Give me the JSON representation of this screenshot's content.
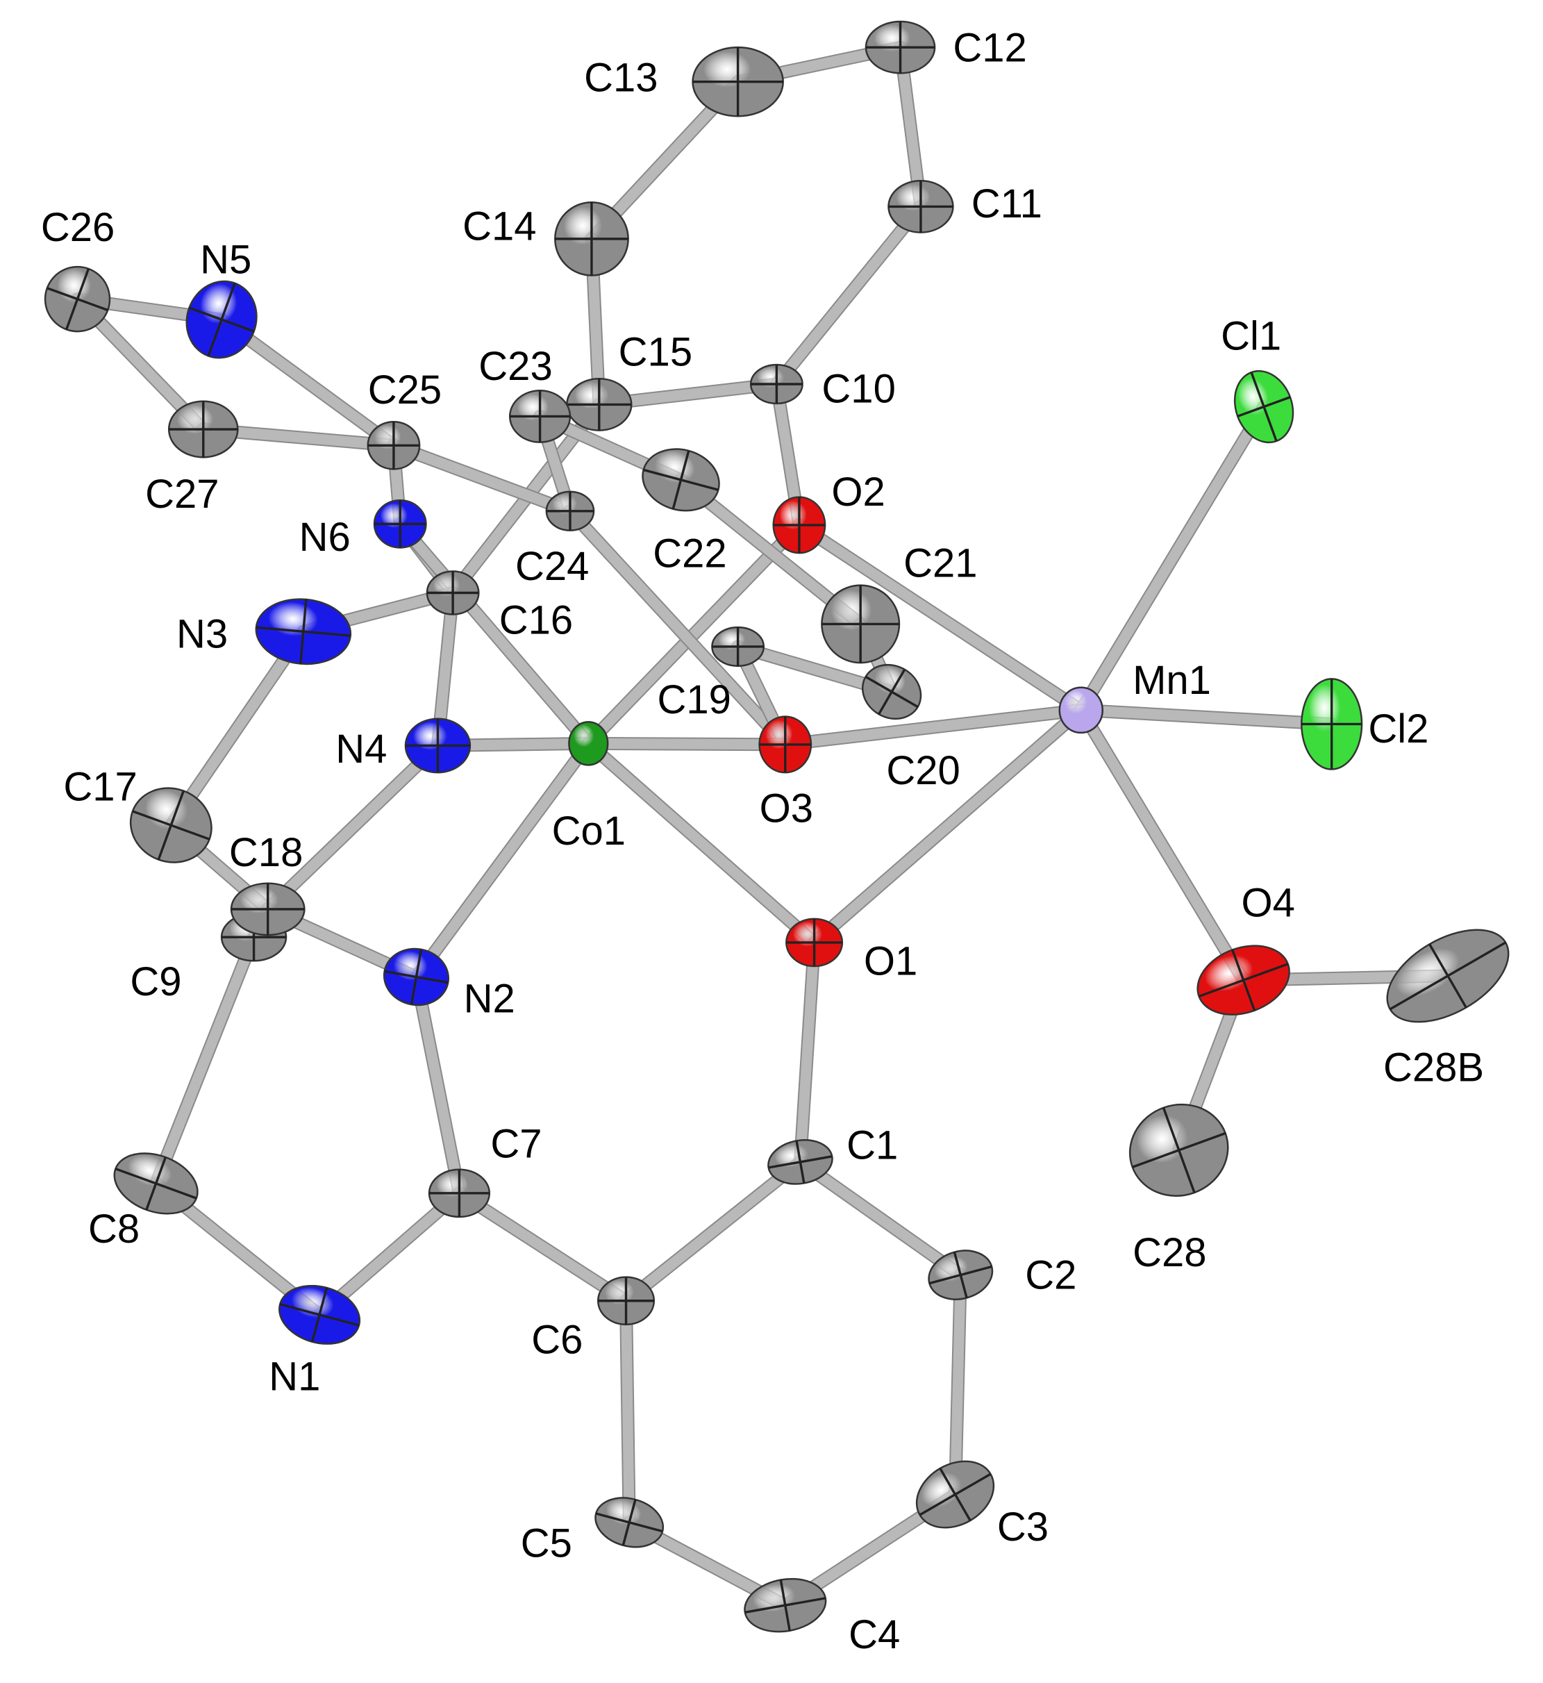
{
  "colors": {
    "C": "#8c8c8c",
    "N": "#1a1ae8",
    "O": "#e01010",
    "Cl": "#3ddc3d",
    "Co": "#1e9a1e",
    "Mn": "#b9a6ec",
    "bond": "#b9b9b9"
  },
  "atoms": [
    {
      "id": "Co1",
      "el": "Co"
    },
    {
      "id": "Mn1",
      "el": "Mn"
    },
    {
      "id": "Cl1",
      "el": "Cl"
    },
    {
      "id": "Cl2",
      "el": "Cl"
    },
    {
      "id": "O1",
      "el": "O"
    },
    {
      "id": "O2",
      "el": "O"
    },
    {
      "id": "O3",
      "el": "O"
    },
    {
      "id": "O4",
      "el": "O"
    },
    {
      "id": "N1",
      "el": "N"
    },
    {
      "id": "N2",
      "el": "N"
    },
    {
      "id": "N3",
      "el": "N"
    },
    {
      "id": "N4",
      "el": "N"
    },
    {
      "id": "N5",
      "el": "N"
    },
    {
      "id": "N6",
      "el": "N"
    },
    {
      "id": "C1",
      "el": "C"
    },
    {
      "id": "C2",
      "el": "C"
    },
    {
      "id": "C3",
      "el": "C"
    },
    {
      "id": "C4",
      "el": "C"
    },
    {
      "id": "C5",
      "el": "C"
    },
    {
      "id": "C6",
      "el": "C"
    },
    {
      "id": "C7",
      "el": "C"
    },
    {
      "id": "C8",
      "el": "C"
    },
    {
      "id": "C9",
      "el": "C"
    },
    {
      "id": "C10",
      "el": "C"
    },
    {
      "id": "C11",
      "el": "C"
    },
    {
      "id": "C12",
      "el": "C"
    },
    {
      "id": "C13",
      "el": "C"
    },
    {
      "id": "C14",
      "el": "C"
    },
    {
      "id": "C15",
      "el": "C"
    },
    {
      "id": "C16",
      "el": "C"
    },
    {
      "id": "C17",
      "el": "C"
    },
    {
      "id": "C18",
      "el": "C"
    },
    {
      "id": "C19",
      "el": "C"
    },
    {
      "id": "C20",
      "el": "C"
    },
    {
      "id": "C21",
      "el": "C"
    },
    {
      "id": "C22",
      "el": "C"
    },
    {
      "id": "C23",
      "el": "C"
    },
    {
      "id": "C24",
      "el": "C"
    },
    {
      "id": "C25",
      "el": "C"
    },
    {
      "id": "C26",
      "el": "C"
    },
    {
      "id": "C27",
      "el": "C"
    },
    {
      "id": "C28",
      "el": "C"
    },
    {
      "id": "C28B",
      "el": "C"
    }
  ],
  "bonds": [
    [
      "C12",
      "C13"
    ],
    [
      "C12",
      "C11"
    ],
    [
      "C13",
      "C14"
    ],
    [
      "C14",
      "C15"
    ],
    [
      "C11",
      "C10"
    ],
    [
      "C15",
      "C10"
    ],
    [
      "C15",
      "C16"
    ],
    [
      "C10",
      "O2"
    ],
    [
      "O2",
      "Co1"
    ],
    [
      "O2",
      "Mn1"
    ],
    [
      "Mn1",
      "Cl1"
    ],
    [
      "Mn1",
      "Cl2"
    ],
    [
      "Mn1",
      "O3"
    ],
    [
      "Mn1",
      "O1"
    ],
    [
      "Mn1",
      "O4"
    ],
    [
      "O4",
      "C28"
    ],
    [
      "O4",
      "C28B"
    ],
    [
      "C26",
      "N5"
    ],
    [
      "C26",
      "C27"
    ],
    [
      "N5",
      "C25"
    ],
    [
      "C27",
      "C25"
    ],
    [
      "C25",
      "N6"
    ],
    [
      "C25",
      "C24"
    ],
    [
      "C24",
      "C23"
    ],
    [
      "C24",
      "O3"
    ],
    [
      "C23",
      "C22"
    ],
    [
      "C22",
      "C21"
    ],
    [
      "C21",
      "C20"
    ],
    [
      "C20",
      "C19"
    ],
    [
      "C19",
      "O3"
    ],
    [
      "N6",
      "C16"
    ],
    [
      "N6",
      "Co1"
    ],
    [
      "C16",
      "N3"
    ],
    [
      "C16",
      "N4"
    ],
    [
      "N3",
      "C17"
    ],
    [
      "C17",
      "C18"
    ],
    [
      "N4",
      "C18"
    ],
    [
      "N4",
      "Co1"
    ],
    [
      "Co1",
      "O3"
    ],
    [
      "Co1",
      "N2"
    ],
    [
      "Co1",
      "O1"
    ],
    [
      "C18",
      "N2"
    ],
    [
      "C9",
      "C8"
    ],
    [
      "C8",
      "N1"
    ],
    [
      "N1",
      "C7"
    ],
    [
      "C7",
      "N2"
    ],
    [
      "C7",
      "C6"
    ],
    [
      "C6",
      "C1"
    ],
    [
      "C6",
      "C5"
    ],
    [
      "C1",
      "O1"
    ],
    [
      "C1",
      "C2"
    ],
    [
      "C2",
      "C3"
    ],
    [
      "C3",
      "C4"
    ],
    [
      "C4",
      "C5"
    ]
  ]
}
